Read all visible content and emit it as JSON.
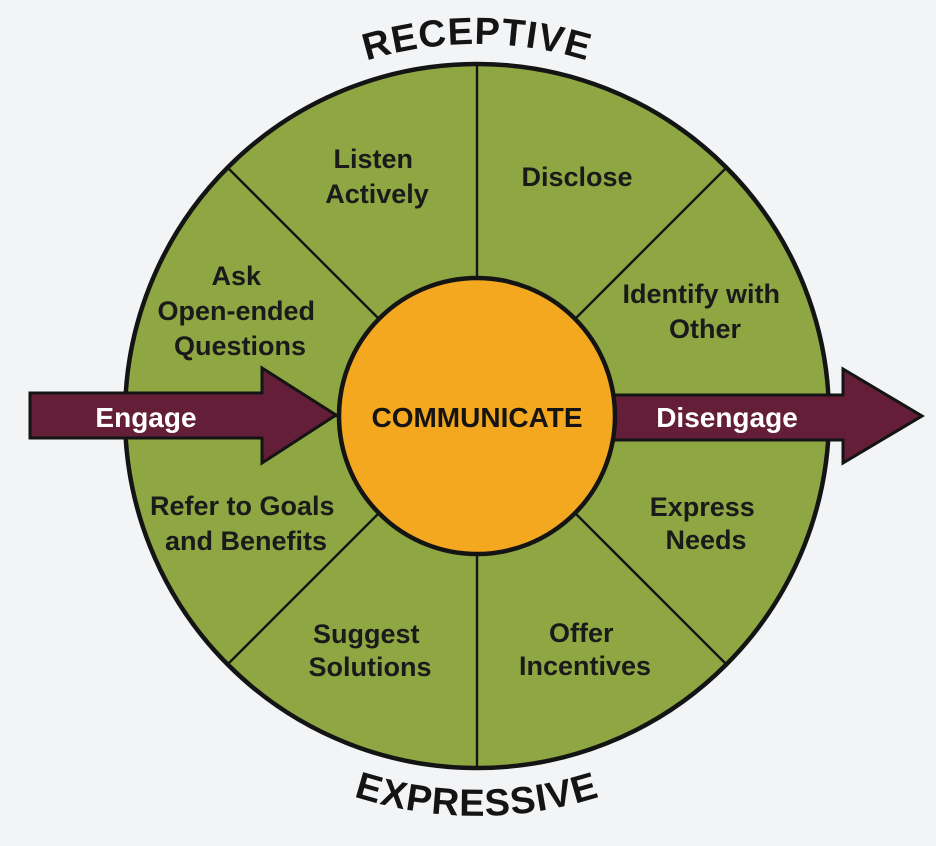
{
  "diagram": {
    "top_axis_label": "RECEPTIVE",
    "bottom_axis_label": "EXPRESSIVE",
    "center_label": "COMMUNICATE",
    "left_arrow_label": "Engage",
    "right_arrow_label": "Disengage",
    "segments": [
      {
        "name": "listen-actively",
        "category": "receptive",
        "lines": [
          "Listen",
          "Actively"
        ]
      },
      {
        "name": "disclose",
        "category": "receptive",
        "lines": [
          "Disclose"
        ]
      },
      {
        "name": "ask-open-ended-questions",
        "category": "receptive",
        "lines": [
          "Ask",
          "Open-ended",
          "Questions"
        ]
      },
      {
        "name": "identify-with-other",
        "category": "receptive",
        "lines": [
          "Identify with",
          "Other"
        ]
      },
      {
        "name": "refer-to-goals-and-benefits",
        "category": "expressive",
        "lines": [
          "Refer to Goals",
          "and Benefits"
        ]
      },
      {
        "name": "express-needs",
        "category": "expressive",
        "lines": [
          "Express",
          "Needs"
        ]
      },
      {
        "name": "suggest-solutions",
        "category": "expressive",
        "lines": [
          "Suggest",
          "Solutions"
        ]
      },
      {
        "name": "offer-incentives",
        "category": "expressive",
        "lines": [
          "Offer",
          "Incentives"
        ]
      }
    ]
  },
  "colors": {
    "wheel_green": "#8fa743",
    "center_orange": "#f4a820",
    "arrow_maroon": "#641e38",
    "outline_black": "#141414",
    "background": "#f3f4f6",
    "segment_text": "#1a1a1a",
    "arrow_text": "#ffffff"
  }
}
